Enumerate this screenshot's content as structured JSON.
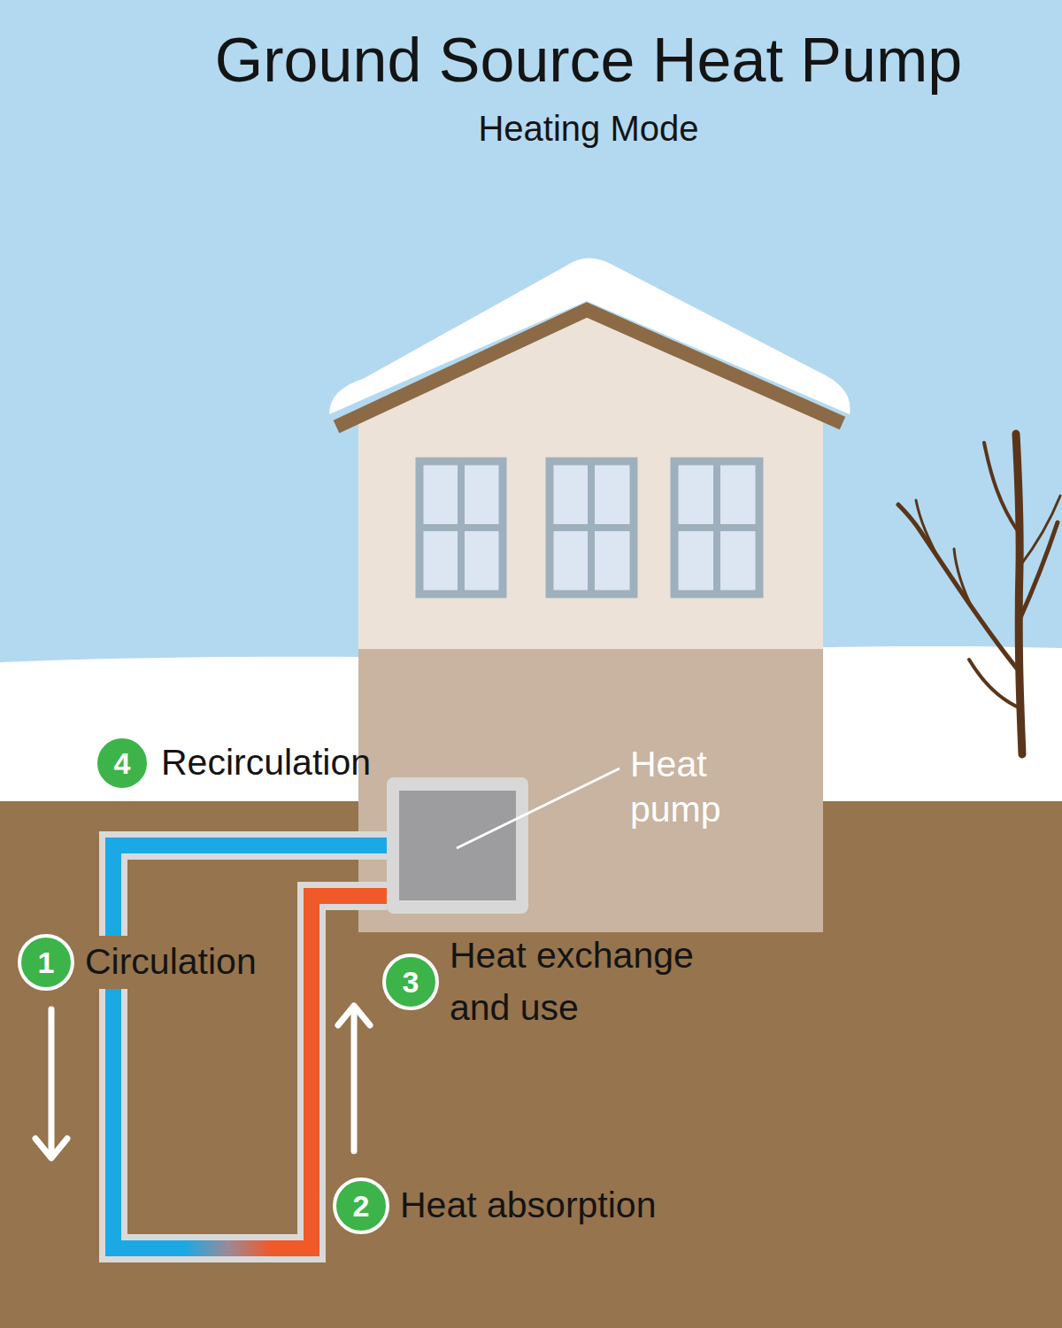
{
  "diagram": {
    "title": "Ground Source Heat Pump",
    "nodes": [
      {
        "text": [
          "4",
          "Recirculation"
        ]
      },
      {
        "text": [
          "1",
          "Circulation"
        ]
      },
      {
        "text": [
          "3",
          "Heat exchange and use"
        ]
      },
      {
        "text": [
          "2",
          "Heat absorption"
        ]
      }
    ],
    "labels": [
      "Heating Mode",
      "Heat pump"
    ]
  }
}
